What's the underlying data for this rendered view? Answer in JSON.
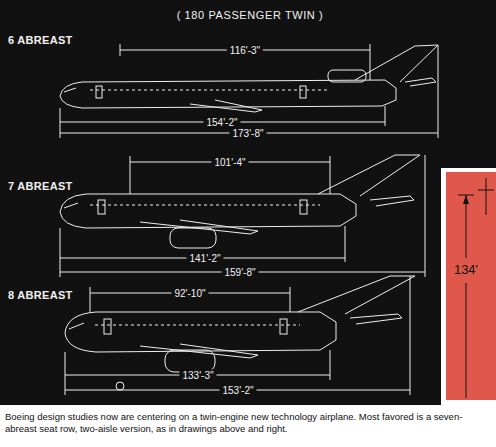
{
  "diagram": {
    "title": "( 180 PASSENGER TWIN )",
    "caption": "Boeing design studies now are centering on a twin-engine new technology airplane. Most favored is a seven-abreast seat row, two-aisle version, as in drawings above and right.",
    "labels": [
      "6 ABREAST",
      "116'-3\"",
      "154'-2\"",
      "173'-8\"",
      "7 ABREAST",
      "101'-4\"",
      "141'-2\"",
      "159'-8\"",
      "8 ABREAST",
      "92'-10\"",
      "133'-3\"",
      "153'-2\"",
      "134'"
    ]
  }
}
